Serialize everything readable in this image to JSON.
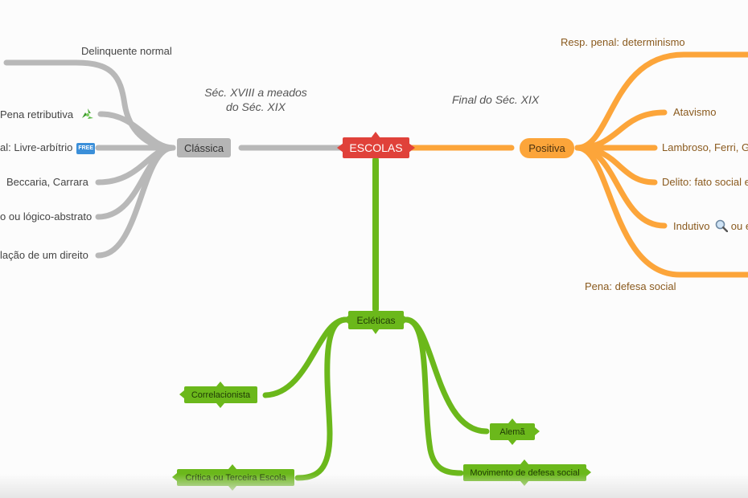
{
  "mindmap": {
    "central": {
      "label": "ESCOLAS",
      "color": "#e0413a"
    },
    "branches": {
      "classica": {
        "label": "Clássica",
        "color": "#b5b5b5",
        "note": "Séc. XVIII a meados do Séc. XIX",
        "note_line1": "Séc. XVIII a meados",
        "note_line2": "do Séc. XIX",
        "children": [
          {
            "label": "Delinquente normal"
          },
          {
            "label": "Pena retributiva",
            "icon": "recycle-icon"
          },
          {
            "label": "al: Livre-arbítrio",
            "icon": "free-icon",
            "icon_text": "FREE"
          },
          {
            "label": "Beccaria, Carrara"
          },
          {
            "label": "o ou lógico-abstrato"
          },
          {
            "label": "lação de um direito"
          }
        ]
      },
      "positiva": {
        "label": "Positiva",
        "color": "#fca53a",
        "note": "Final do Séc. XIX",
        "children": [
          {
            "label": "Resp. penal: determinismo"
          },
          {
            "label": "Atavismo"
          },
          {
            "label": "Lambroso, Ferri, G"
          },
          {
            "label": "Delito: fato social e"
          },
          {
            "label": "Indutivo",
            "icon": "magnifier-icon",
            "suffix": "ou e"
          },
          {
            "label": "Pena: defesa social"
          }
        ]
      },
      "ecleticas": {
        "label": "Ecléticas",
        "color": "#6bb81b",
        "children": [
          {
            "label": "Correlacionista"
          },
          {
            "label": "Crítica ou Terceira Escola"
          },
          {
            "label": "Alemã"
          },
          {
            "label": "Movimento de defesa social"
          }
        ]
      }
    }
  }
}
